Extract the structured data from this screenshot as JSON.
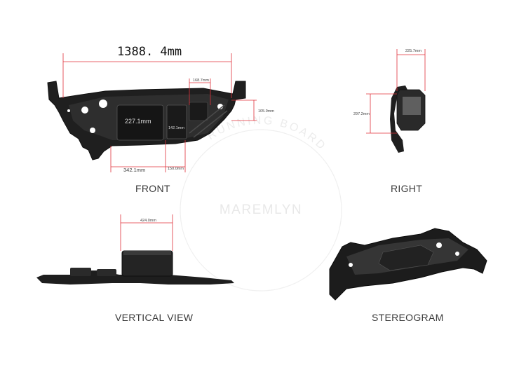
{
  "views": {
    "front": "FRONT",
    "right": "RIGHT",
    "vertical": "VERTICAL VIEW",
    "stereogram": "STEREOGRAM"
  },
  "dimensions": {
    "overall_width": "1388. 4mm",
    "box_width": "227.1mm",
    "box_right_label": "142.1mm",
    "top_offset": "168.7mm",
    "side_height": "105.9mm",
    "bottom_left": "342.1mm",
    "bottom_right": "150.0mm",
    "right_top": "225.7mm",
    "right_height": "297.2mm",
    "vertical_width": "424.0mm"
  },
  "watermark": {
    "center": "MAREMLYN",
    "ring": "RUNNING BOARD"
  },
  "colors": {
    "dimension_line": "#e0303a",
    "part_dark": "#1b1b1b",
    "part_mid": "#2e2e2e",
    "part_light": "#454545"
  }
}
